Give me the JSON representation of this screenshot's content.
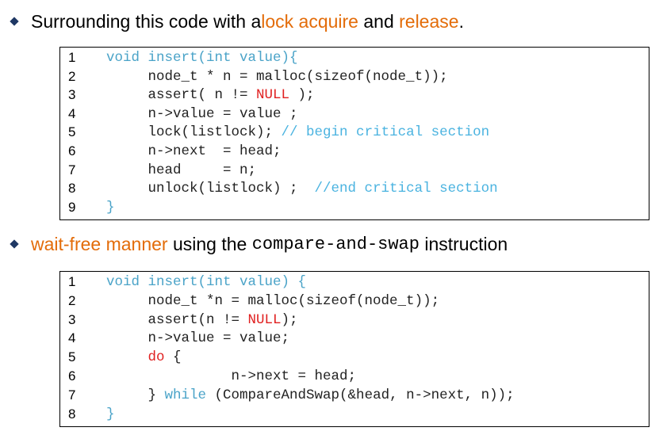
{
  "bullet1": {
    "prefix": "Surrounding this code with a ",
    "lock_acquire": "lock acquire",
    "and": " and ",
    "release": "release",
    "period": "."
  },
  "code1": [
    {
      "num": "1",
      "parts": [
        {
          "t": "void insert(",
          "c": "kw"
        },
        {
          "t": "int",
          "c": "kw"
        },
        {
          "t": " value){",
          "c": "kw"
        }
      ]
    },
    {
      "num": "2",
      "parts": [
        {
          "t": "     node_t * n = malloc(sizeof(node_t));",
          "c": ""
        }
      ]
    },
    {
      "num": "3",
      "parts": [
        {
          "t": "     assert( n != ",
          "c": ""
        },
        {
          "t": "NULL",
          "c": "null"
        },
        {
          "t": " );",
          "c": ""
        }
      ]
    },
    {
      "num": "4",
      "parts": [
        {
          "t": "     n->value = value ;",
          "c": ""
        }
      ]
    },
    {
      "num": "5",
      "parts": [
        {
          "t": "     lock(listlock); ",
          "c": ""
        },
        {
          "t": "// begin critical section",
          "c": "cmt"
        }
      ]
    },
    {
      "num": "6",
      "parts": [
        {
          "t": "     n->next  = head;",
          "c": ""
        }
      ]
    },
    {
      "num": "7",
      "parts": [
        {
          "t": "     head     = n;",
          "c": ""
        }
      ]
    },
    {
      "num": "8",
      "parts": [
        {
          "t": "     unlock(listlock) ;  ",
          "c": ""
        },
        {
          "t": "//end critical section",
          "c": "cmt"
        }
      ]
    },
    {
      "num": "9",
      "parts": [
        {
          "t": "}",
          "c": "kw"
        }
      ]
    }
  ],
  "bullet2": {
    "wait_free": "wait-free manner",
    "using": " using the ",
    "cas": "compare-and-swap",
    "instruction": " instruction"
  },
  "code2": [
    {
      "num": "1",
      "parts": [
        {
          "t": "void insert(",
          "c": "kw"
        },
        {
          "t": "int",
          "c": "kw"
        },
        {
          "t": " value) {",
          "c": "kw"
        }
      ]
    },
    {
      "num": "2",
      "parts": [
        {
          "t": "     node_t *n = malloc(sizeof(node_t));",
          "c": ""
        }
      ]
    },
    {
      "num": "3",
      "parts": [
        {
          "t": "     assert(n != ",
          "c": ""
        },
        {
          "t": "NULL",
          "c": "null"
        },
        {
          "t": ");",
          "c": ""
        }
      ]
    },
    {
      "num": "4",
      "parts": [
        {
          "t": "     n->value = value;",
          "c": ""
        }
      ]
    },
    {
      "num": "5",
      "parts": [
        {
          "t": "     ",
          "c": ""
        },
        {
          "t": "do",
          "c": "null"
        },
        {
          "t": " {",
          "c": ""
        }
      ]
    },
    {
      "num": "6",
      "parts": [
        {
          "t": "               n->next = head;",
          "c": ""
        }
      ]
    },
    {
      "num": "7",
      "parts": [
        {
          "t": "     } ",
          "c": ""
        },
        {
          "t": "while",
          "c": "kw"
        },
        {
          "t": " (CompareAndSwap(&head, n->next, n));",
          "c": ""
        }
      ]
    },
    {
      "num": "8",
      "parts": [
        {
          "t": "}",
          "c": "kw"
        }
      ]
    }
  ]
}
